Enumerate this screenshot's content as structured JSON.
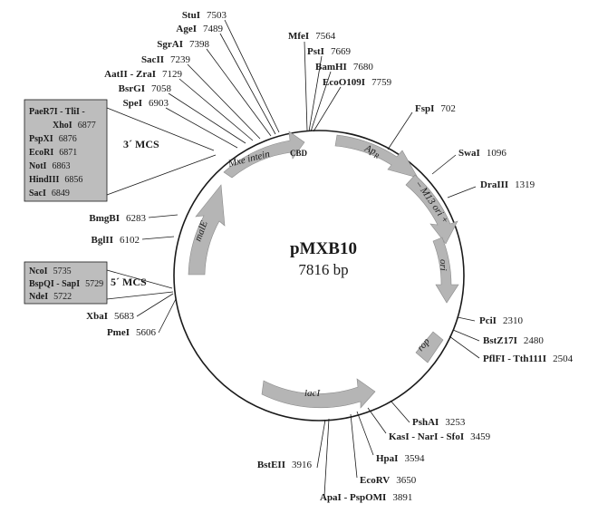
{
  "plasmid": {
    "name": "pMXB10",
    "size_label": "7816 bp"
  },
  "features": {
    "mxe_intein": {
      "label": "Mxe intein"
    },
    "cbd": {
      "label": "CBD"
    },
    "apr": {
      "label": "Ap",
      "sub": "R"
    },
    "m13_ori": {
      "label": "– M13 ori +"
    },
    "ori": {
      "label": "ori"
    },
    "rop": {
      "label": "rop"
    },
    "laci": {
      "label": "lacI"
    },
    "male": {
      "label": "malE"
    }
  },
  "sites": [
    {
      "name": "StuI",
      "pos": "7503"
    },
    {
      "name": "AgeI",
      "pos": "7489"
    },
    {
      "name": "SgrAI",
      "pos": "7398"
    },
    {
      "name": "SacII",
      "pos": "7239"
    },
    {
      "name": "AatII - ZraI",
      "pos": "7129"
    },
    {
      "name": "BsrGI",
      "pos": "7058"
    },
    {
      "name": "SpeI",
      "pos": "6903"
    },
    {
      "name": "MfeI",
      "pos": "7564"
    },
    {
      "name": "PstI",
      "pos": "7669"
    },
    {
      "name": "BamHI",
      "pos": "7680"
    },
    {
      "name": "EcoO109I",
      "pos": "7759"
    },
    {
      "name": "FspI",
      "pos": "702"
    },
    {
      "name": "SwaI",
      "pos": "1096"
    },
    {
      "name": "DraIII",
      "pos": "1319"
    },
    {
      "name": "PciI",
      "pos": "2310"
    },
    {
      "name": "BstZ17I",
      "pos": "2480"
    },
    {
      "name": "PflFI - Tth111I",
      "pos": "2504"
    },
    {
      "name": "PshAI",
      "pos": "3253"
    },
    {
      "name": "KasI - NarI - SfoI",
      "pos": "3459"
    },
    {
      "name": "HpaI",
      "pos": "3594"
    },
    {
      "name": "EcoRV",
      "pos": "3650"
    },
    {
      "name": "ApaI - PspOMI",
      "pos": "3891"
    },
    {
      "name": "BstEII",
      "pos": "3916"
    },
    {
      "name": "BmgBI",
      "pos": "6283"
    },
    {
      "name": "BglII",
      "pos": "6102"
    },
    {
      "name": "XbaI",
      "pos": "5683"
    },
    {
      "name": "PmeI",
      "pos": "5606"
    }
  ],
  "mcs3": {
    "label": "3´ MCS",
    "lines": [
      {
        "name": "PaeR7I - TliI -",
        "pos": ""
      },
      {
        "name": "XhoI",
        "pos": "6877"
      },
      {
        "name": "PspXI",
        "pos": "6876"
      },
      {
        "name": "EcoRI",
        "pos": "6871"
      },
      {
        "name": "NotI",
        "pos": "6863"
      },
      {
        "name": "HindIII",
        "pos": "6856"
      },
      {
        "name": "SacI",
        "pos": "6849"
      }
    ]
  },
  "mcs5": {
    "label": "5´ MCS",
    "lines": [
      {
        "name": "NcoI",
        "pos": "5735"
      },
      {
        "name": "BspQI - SapI",
        "pos": "5729"
      },
      {
        "name": "NdeI",
        "pos": "5722"
      }
    ]
  },
  "colors": {
    "feature_fill": "#b5b5b5",
    "mcs_box": "#bdbdbd",
    "backbone": "#1a1a1a"
  }
}
